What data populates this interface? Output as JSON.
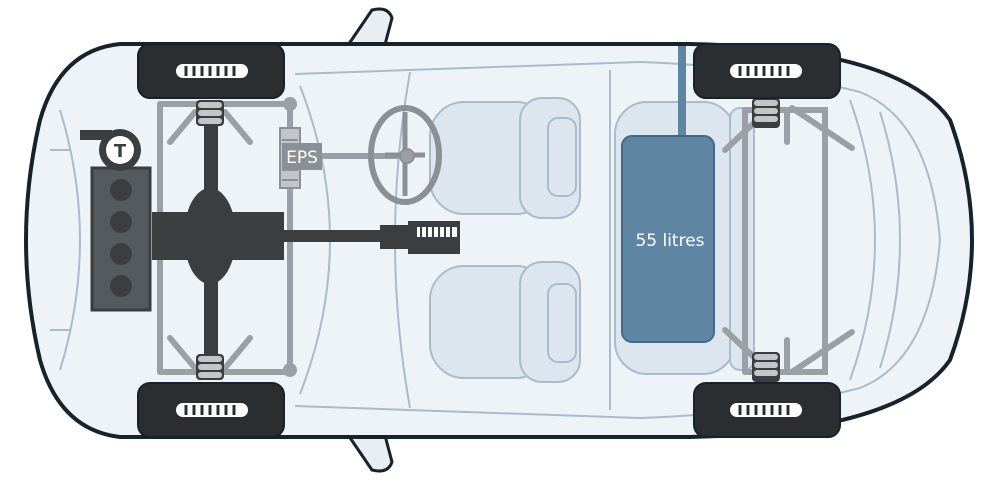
{
  "labels": {
    "turbo": "T",
    "eps": "EPS",
    "fuel_tank": "55 litres"
  },
  "colors": {
    "body_outline": "#17232c",
    "body_fill": "#eef3f7",
    "interior_line": "#a9bccb",
    "seat_fill": "#dde6ee",
    "drivetrain": "#3b3e41",
    "suspension": "#9aa0a5",
    "tire": "#2b2e31",
    "fuel_tank": "#5e86a3",
    "fuel_tank_stroke": "#3f6a88"
  }
}
